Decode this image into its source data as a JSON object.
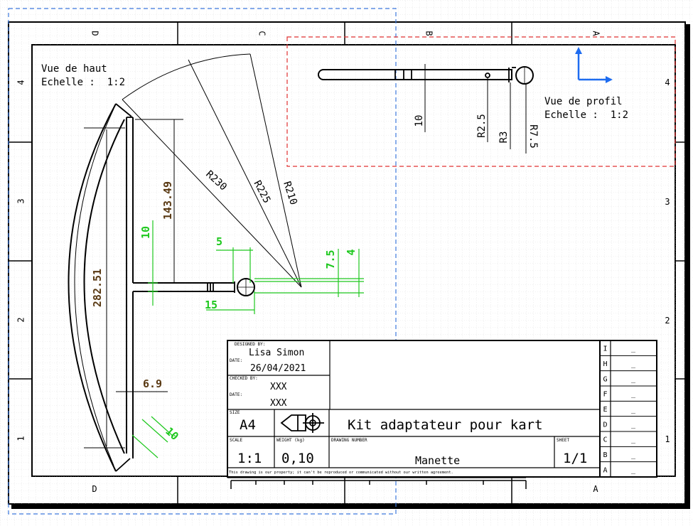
{
  "colors": {
    "background": "#ffffff",
    "grid": "#c8c8c8",
    "line": "#000000",
    "dimension_green": "#1ec81e",
    "dimension_text": "#5a3a14",
    "view_frame_red": "#e03030",
    "view_frame_blue": "#3c78dc",
    "axis_blue": "#1e6cf0"
  },
  "border": {
    "columns_top": [
      "D",
      "C",
      "B",
      "A"
    ],
    "columns_bottom": [
      "D",
      "A"
    ],
    "rows_left": [
      "4",
      "3",
      "2",
      "1"
    ],
    "rows_right": [
      "4",
      "3",
      "2",
      "1"
    ]
  },
  "views": {
    "top": {
      "label": "Vue de haut",
      "scale": "Echelle :  1:2"
    },
    "profile": {
      "label": "Vue de profil",
      "scale": "Echelle :  1:2"
    }
  },
  "dimensions": {
    "radius_230": "R230",
    "radius_225": "R225",
    "radius_210": "R210",
    "length_143": "143.49",
    "length_282": "282.51",
    "thickness": "6.9",
    "width_10a": "10",
    "width_10b": "10",
    "dim_5": "5",
    "dim_15": "15",
    "dim_7_5": "7.5",
    "dim_4": "4",
    "profile_10": "10",
    "profile_r2_5": "R2.5",
    "profile_r3": "R3",
    "profile_r7_5": "R7.5"
  },
  "title_block": {
    "designed_by_label": "DESIGNED BY:",
    "designer": "Lisa Simon",
    "date_label": "DATE:",
    "date": "26/04/2021",
    "checked_by_label": "CHECKED BY:",
    "checker": "XXX",
    "date2_label": "DATE:",
    "date2": "XXX",
    "size_label": "SIZE",
    "size": "A4",
    "title": "Kit adaptateur pour kart",
    "scale_label": "SCALE",
    "scale": "1:1",
    "weight_label": "WEIGHT (kg)",
    "weight": "0,10",
    "drawing_number_label": "DRAWING NUMBER",
    "part_name": "Manette",
    "sheet_label": "SHEET",
    "sheet": "1/1",
    "disclaimer": "This drawing is our property; it can't be reproduced or communicated without our written agreement.",
    "revisions": [
      "I",
      "H",
      "G",
      "F",
      "E",
      "D",
      "C",
      "B",
      "A"
    ],
    "revision_value": "_"
  }
}
